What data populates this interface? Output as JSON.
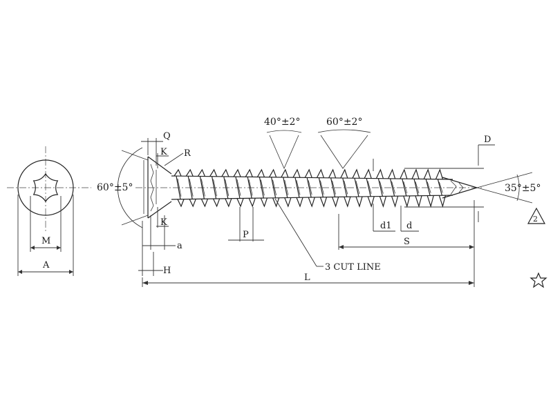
{
  "labels": {
    "head_angle": "60°±5°",
    "q": "Q",
    "k_top": "K",
    "r": "R",
    "k_bottom": "K",
    "a": "a",
    "h": "H",
    "thread_angle_1": "40°±2°",
    "thread_angle_2": "60°±2°",
    "d_outer": "D",
    "tip_angle": "35°±5°",
    "d1": "d1",
    "d": "d",
    "p": "P",
    "s": "S",
    "cut_line": "3 CUT LINE",
    "l": "L",
    "m": "M",
    "a_head": "A",
    "triangle_mark": "2"
  },
  "icons": {
    "triangle_symbol": "numbered-triangle-icon",
    "star_symbol": "star-outline-icon",
    "drive_recess": "torx-star-drive-icon"
  },
  "colors": {
    "line": "#222222",
    "background": "#ffffff"
  }
}
